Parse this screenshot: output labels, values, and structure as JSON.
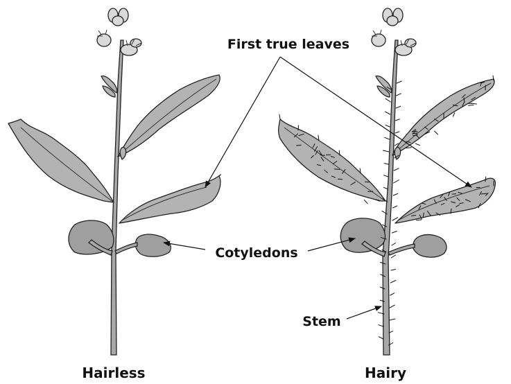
{
  "labels": {
    "first_true_leaves": "First true leaves",
    "cotyledons": "Cotyledons",
    "stem": "Stem"
  },
  "captions": {
    "left_plant": "Hairless",
    "right_plant": "Hairy"
  },
  "colors": {
    "leaf_fill": "#b3b3b3",
    "cotyledon_fill": "#9f9f9f",
    "stem_fill": "#a8a8a8",
    "flower_fill": "#d9d9d9",
    "outline": "#222222"
  }
}
